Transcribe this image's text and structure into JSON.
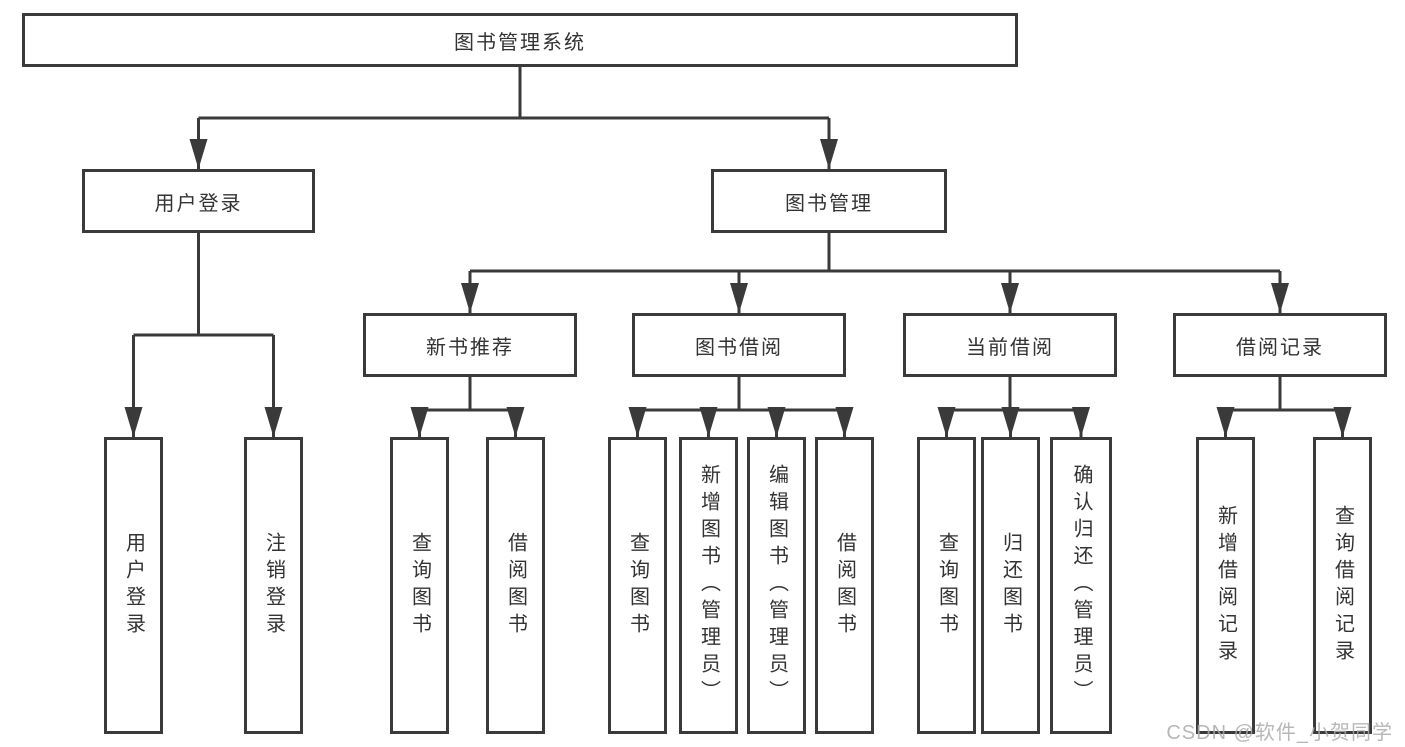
{
  "colors": {
    "line": "#3a3a3a",
    "text": "#333333",
    "box_background": "#ffffff",
    "watermark": "#ababab",
    "page_background": "#ffffff"
  },
  "watermark": "CSDN @软件_小贺同学",
  "tree": {
    "label": "图书管理系统",
    "children": [
      {
        "label": "用户登录",
        "children": [
          {
            "label": "用户登录"
          },
          {
            "label": "注销登录"
          }
        ]
      },
      {
        "label": "图书管理",
        "children": [
          {
            "label": "新书推荐",
            "children": [
              {
                "label": "查询图书"
              },
              {
                "label": "借阅图书"
              }
            ]
          },
          {
            "label": "图书借阅",
            "children": [
              {
                "label": "查询图书"
              },
              {
                "label": "新增图书（管理员）"
              },
              {
                "label": "编辑图书（管理员）"
              },
              {
                "label": "借阅图书"
              }
            ]
          },
          {
            "label": "当前借阅",
            "children": [
              {
                "label": "查询图书"
              },
              {
                "label": "归还图书"
              },
              {
                "label": "确认归还（管理员）"
              }
            ]
          },
          {
            "label": "借阅记录",
            "children": [
              {
                "label": "新增借阅记录"
              },
              {
                "label": "查询借阅记录"
              }
            ]
          }
        ]
      }
    ]
  }
}
